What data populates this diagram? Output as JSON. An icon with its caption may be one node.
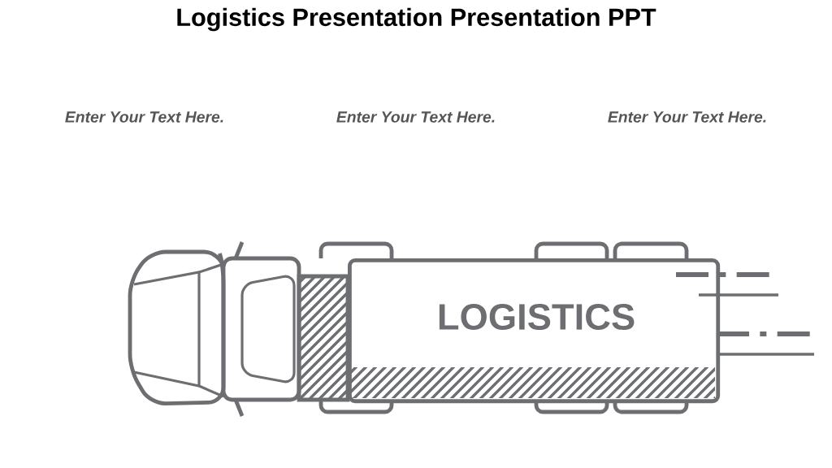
{
  "diagram": {
    "title": "Logistics Presentation Presentation PPT",
    "nodes": [
      {
        "text": [
          "LOGISTICS"
        ]
      }
    ],
    "labels": [
      "Enter Your Text Here.",
      "Enter Your Text Here.",
      "Enter Your Text Here."
    ]
  }
}
